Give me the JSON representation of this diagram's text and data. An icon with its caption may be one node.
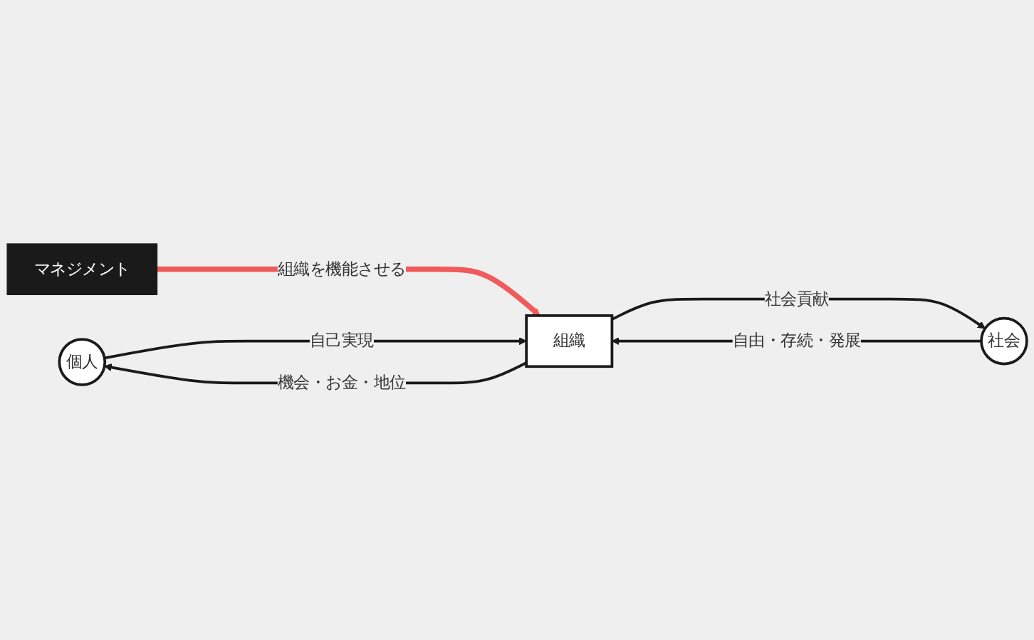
{
  "diagram": {
    "nodes": [
      {
        "text": [
          "マネジメント"
        ]
      },
      {
        "text": [
          "個人"
        ]
      },
      {
        "text": [
          "組織"
        ]
      },
      {
        "text": [
          "社会"
        ]
      }
    ],
    "edges": [
      {
        "from": 0,
        "to": 2,
        "arrow": "to",
        "label": "組織を機能させる",
        "style": "thick",
        "color": "#f05a5a"
      },
      {
        "from": 1,
        "to": 2,
        "arrow": "to",
        "label": "自己実現"
      },
      {
        "from": 2,
        "to": 1,
        "arrow": "to",
        "label": "機会・お金・地位"
      },
      {
        "from": 2,
        "to": 3,
        "arrow": "to",
        "label": "社会貢献"
      },
      {
        "from": 3,
        "to": 2,
        "arrow": "to",
        "label": "自由・存続・発展"
      }
    ]
  }
}
